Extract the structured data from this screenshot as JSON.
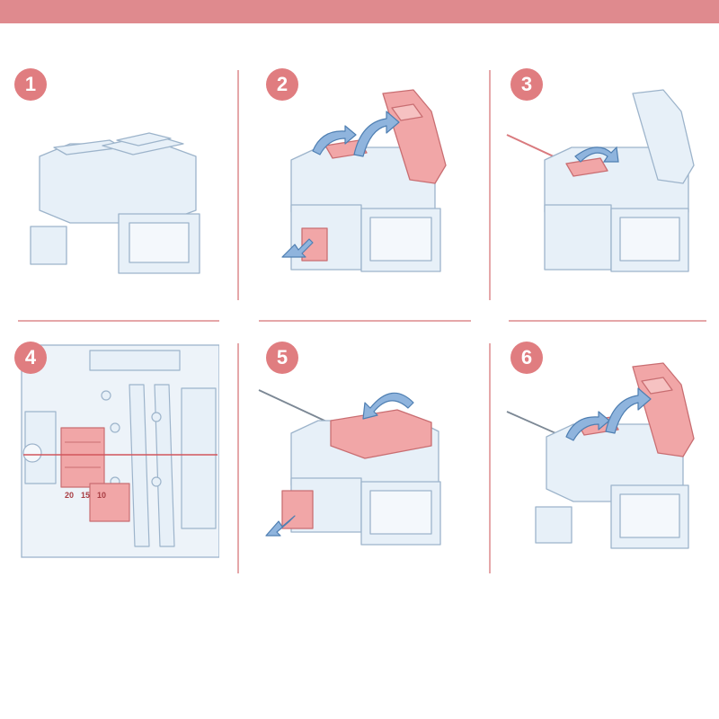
{
  "steps": [
    {
      "number": "1"
    },
    {
      "number": "2"
    },
    {
      "number": "3"
    },
    {
      "number": "4"
    },
    {
      "number": "5"
    },
    {
      "number": "6"
    }
  ],
  "ruler": {
    "labels": [
      "20",
      "15",
      "10"
    ]
  },
  "colors": {
    "header_bar": "#df8a8e",
    "badge": "#e07d80",
    "divider": "#e5a7a9",
    "device_fill": "#e7f0f8",
    "device_stroke": "#9db4cb",
    "highlight_fill": "#f1a6a7",
    "highlight_stroke": "#c96e72",
    "arrow_fill": "#8fb4dd",
    "arrow_stroke": "#4f7fb2"
  }
}
